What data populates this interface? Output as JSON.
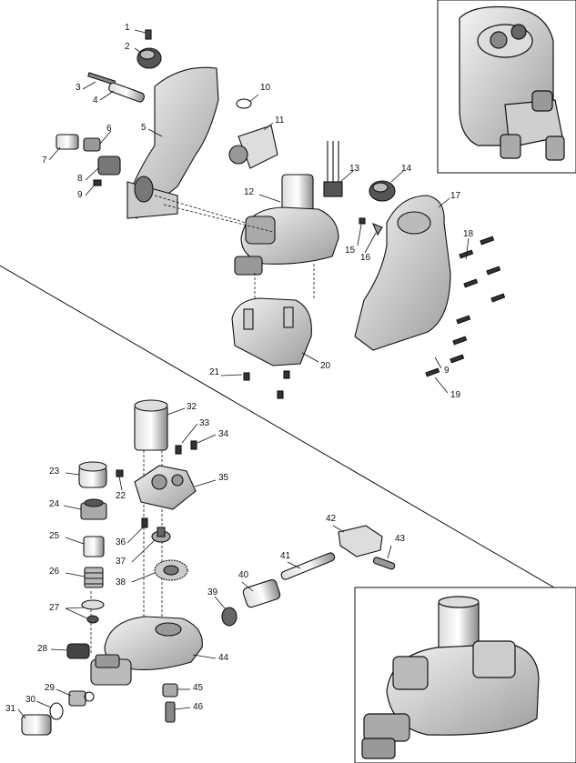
{
  "diagram": {
    "callouts": [
      "1",
      "2",
      "3",
      "4",
      "5",
      "6",
      "7",
      "8",
      "9",
      "10",
      "11",
      "12",
      "13",
      "14",
      "15",
      "16",
      "17",
      "18",
      "9",
      "19",
      "20",
      "21",
      "32",
      "33",
      "34",
      "22",
      "23",
      "24",
      "35",
      "36",
      "25",
      "37",
      "26",
      "38",
      "27",
      "42",
      "43",
      "41",
      "40",
      "39",
      "28",
      "44",
      "29",
      "45",
      "30",
      "31",
      "46"
    ]
  },
  "colors": {
    "stroke": "#111111",
    "fill_light": "#e6e6e6",
    "fill_mid": "#bdbdbd",
    "fill_dark": "#333333"
  },
  "icons": {
    "drill_assembly": "assembled-drill-icon",
    "pump_assembly": "assembled-pump-icon"
  }
}
